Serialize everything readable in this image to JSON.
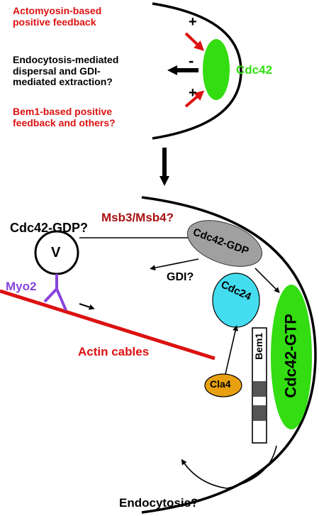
{
  "top_panel": {
    "actomyosin_label": "Actomyosin-based\npositive feedback",
    "endocytosis_label": "Endocytosis-mediated\ndispersal and GDI-\nmediated extraction?",
    "bem1_label": "Bem1-based positive\nfeedback and others?",
    "plus_sign_top": "+",
    "minus_sign": "-",
    "plus_sign_bottom": "+",
    "cdc42_label": "Cdc42"
  },
  "bottom_panel": {
    "cdc42_gdp_question": "Cdc42-GDP?",
    "vesicle_label": "V",
    "myo2_label": "Myo2",
    "msb_label": "Msb3/Msb4?",
    "cdc42_gdp": "Cdc42-GDP",
    "gdi_label": "GDI?",
    "cdc24_label": "Cdc24",
    "cdc42_gtp": "Cdc42-GTP",
    "bem1_label": "Bem1",
    "actin_label": "Actin cables",
    "cla4_label": "Cla4",
    "endocytosis_label": "Endocytosis?"
  },
  "colors": {
    "red": "#dd1111",
    "dark_red": "#aa1111",
    "green": "#33dd11",
    "purple": "#8844dd",
    "gray": "#a0a0a0",
    "cyan": "#44ddf0",
    "orange": "#e8a010",
    "black": "#000000"
  }
}
